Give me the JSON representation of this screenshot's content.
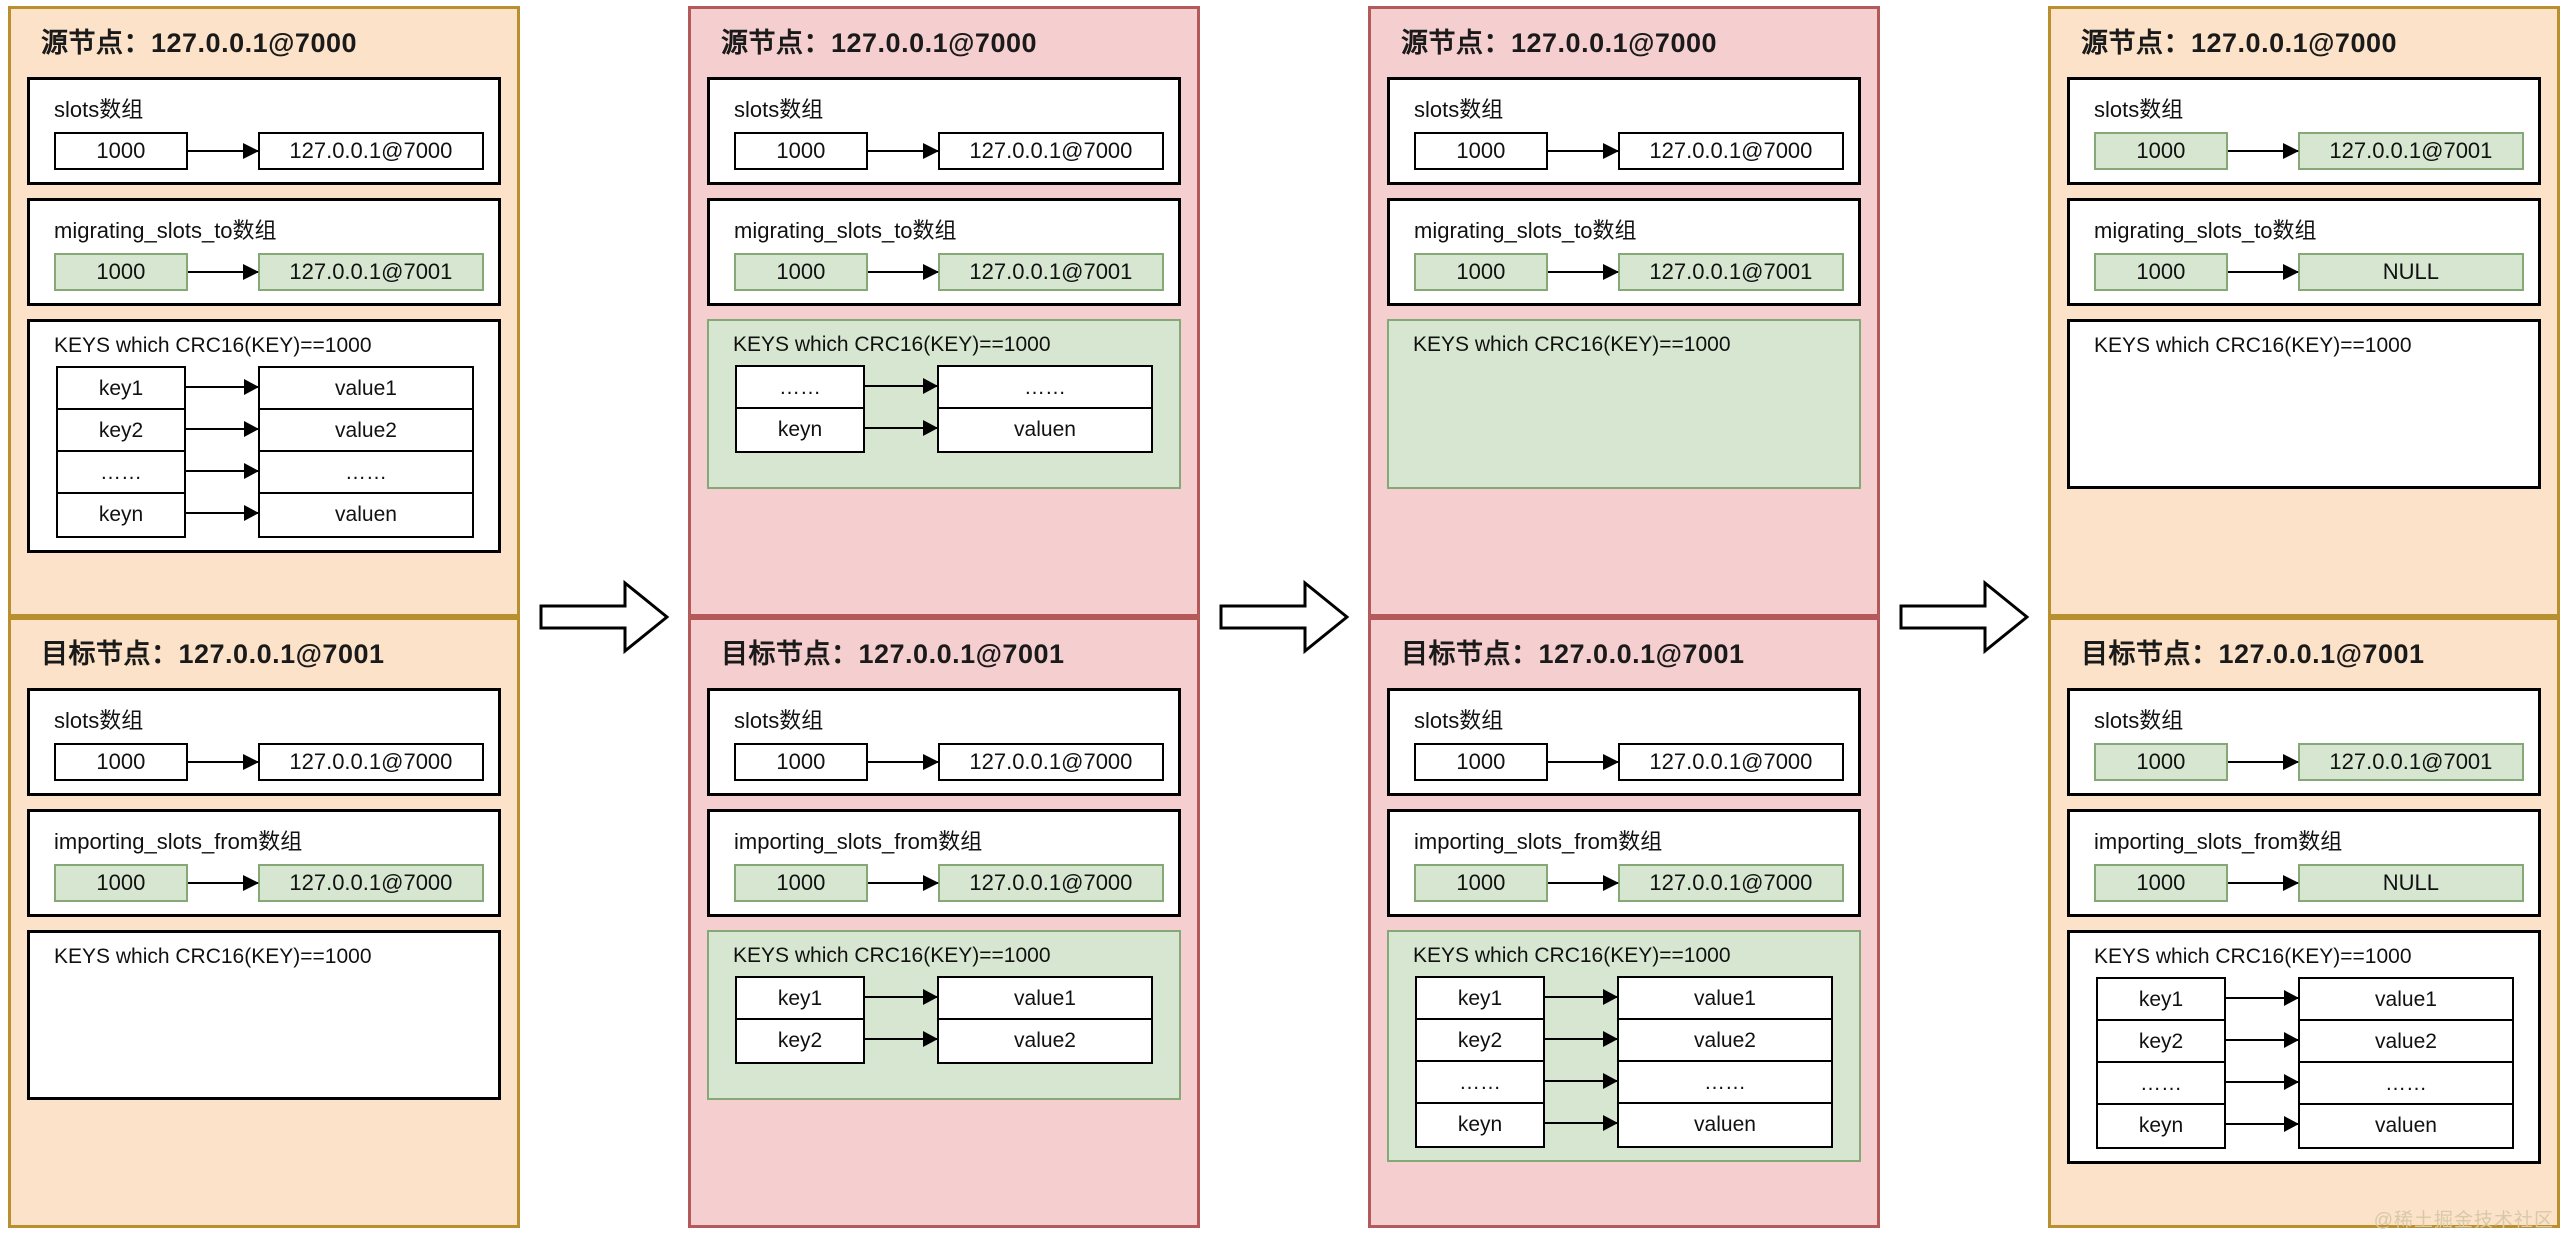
{
  "diagram": {
    "title_source_prefix": "源节点：",
    "title_target_prefix": "目标节点：",
    "labels": {
      "slots": "slots数组",
      "migrating": "migrating_slots_to数组",
      "importing": "importing_slots_from数组",
      "keys": "KEYS which CRC16(KEY)==1000"
    },
    "slot_index": "1000",
    "null_value": "NULL",
    "addr_7000": "127.0.0.1@7000",
    "addr_7001": "127.0.0.1@7001",
    "watermark": "@稀土掘金技术社区",
    "colors": {
      "orange_fill": "#fbe2c8",
      "orange_border": "#b9902f",
      "pink_fill": "#f5cfcf",
      "pink_border": "#b45a5a",
      "green_fill": "#d6e6d0",
      "green_border": "#86a877",
      "line": "#000000"
    },
    "arrow_icon": "block-arrow-right"
  },
  "stages": [
    {
      "id": "stage-1",
      "tint": "orange",
      "source": {
        "title": "源节点：127.0.0.1@7000",
        "slots": {
          "label": "slots数组",
          "index": "1000",
          "value": "127.0.0.1@7000",
          "highlight": false
        },
        "array": {
          "label": "migrating_slots_to数组",
          "index": "1000",
          "value": "127.0.0.1@7001",
          "highlight": true
        },
        "keys": {
          "label": "KEYS which CRC16(KEY)==1000",
          "highlight": false,
          "rows": [
            {
              "key": "key1",
              "value": "value1"
            },
            {
              "key": "key2",
              "value": "value2"
            },
            {
              "key": "……",
              "value": "……"
            },
            {
              "key": "keyn",
              "value": "valuen"
            }
          ]
        }
      },
      "target": {
        "title": "目标节点：127.0.0.1@7001",
        "slots": {
          "label": "slots数组",
          "index": "1000",
          "value": "127.0.0.1@7000",
          "highlight": false
        },
        "array": {
          "label": "importing_slots_from数组",
          "index": "1000",
          "value": "127.0.0.1@7000",
          "highlight": true
        },
        "keys": {
          "label": "KEYS which CRC16(KEY)==1000",
          "highlight": false,
          "rows": []
        }
      }
    },
    {
      "id": "stage-2",
      "tint": "pink",
      "source": {
        "title": "源节点：127.0.0.1@7000",
        "slots": {
          "label": "slots数组",
          "index": "1000",
          "value": "127.0.0.1@7000",
          "highlight": false
        },
        "array": {
          "label": "migrating_slots_to数组",
          "index": "1000",
          "value": "127.0.0.1@7001",
          "highlight": true
        },
        "keys": {
          "label": "KEYS which CRC16(KEY)==1000",
          "highlight": true,
          "rows": [
            {
              "key": "……",
              "value": "……"
            },
            {
              "key": "keyn",
              "value": "valuen"
            }
          ]
        }
      },
      "target": {
        "title": "目标节点：127.0.0.1@7001",
        "slots": {
          "label": "slots数组",
          "index": "1000",
          "value": "127.0.0.1@7000",
          "highlight": false
        },
        "array": {
          "label": "importing_slots_from数组",
          "index": "1000",
          "value": "127.0.0.1@7000",
          "highlight": true
        },
        "keys": {
          "label": "KEYS which CRC16(KEY)==1000",
          "highlight": true,
          "rows": [
            {
              "key": "key1",
              "value": "value1"
            },
            {
              "key": "key2",
              "value": "value2"
            }
          ]
        }
      }
    },
    {
      "id": "stage-3",
      "tint": "pink",
      "source": {
        "title": "源节点：127.0.0.1@7000",
        "slots": {
          "label": "slots数组",
          "index": "1000",
          "value": "127.0.0.1@7000",
          "highlight": false
        },
        "array": {
          "label": "migrating_slots_to数组",
          "index": "1000",
          "value": "127.0.0.1@7001",
          "highlight": true
        },
        "keys": {
          "label": "KEYS which CRC16(KEY)==1000",
          "highlight": true,
          "rows": []
        }
      },
      "target": {
        "title": "目标节点：127.0.0.1@7001",
        "slots": {
          "label": "slots数组",
          "index": "1000",
          "value": "127.0.0.1@7000",
          "highlight": false
        },
        "array": {
          "label": "importing_slots_from数组",
          "index": "1000",
          "value": "127.0.0.1@7000",
          "highlight": true
        },
        "keys": {
          "label": "KEYS which CRC16(KEY)==1000",
          "highlight": true,
          "rows": [
            {
              "key": "key1",
              "value": "value1"
            },
            {
              "key": "key2",
              "value": "value2"
            },
            {
              "key": "……",
              "value": "……"
            },
            {
              "key": "keyn",
              "value": "valuen"
            }
          ]
        }
      }
    },
    {
      "id": "stage-4",
      "tint": "orange",
      "source": {
        "title": "源节点：127.0.0.1@7000",
        "slots": {
          "label": "slots数组",
          "index": "1000",
          "value": "127.0.0.1@7001",
          "highlight": true
        },
        "array": {
          "label": "migrating_slots_to数组",
          "index": "1000",
          "value": "NULL",
          "highlight": true
        },
        "keys": {
          "label": "KEYS which CRC16(KEY)==1000",
          "highlight": false,
          "rows": []
        }
      },
      "target": {
        "title": "目标节点：127.0.0.1@7001",
        "slots": {
          "label": "slots数组",
          "index": "1000",
          "value": "127.0.0.1@7001",
          "highlight": true
        },
        "array": {
          "label": "importing_slots_from数组",
          "index": "1000",
          "value": "NULL",
          "highlight": true
        },
        "keys": {
          "label": "KEYS which CRC16(KEY)==1000",
          "highlight": false,
          "rows": [
            {
              "key": "key1",
              "value": "value1"
            },
            {
              "key": "key2",
              "value": "value2"
            },
            {
              "key": "……",
              "value": "……"
            },
            {
              "key": "keyn",
              "value": "valuen"
            }
          ]
        }
      }
    }
  ]
}
